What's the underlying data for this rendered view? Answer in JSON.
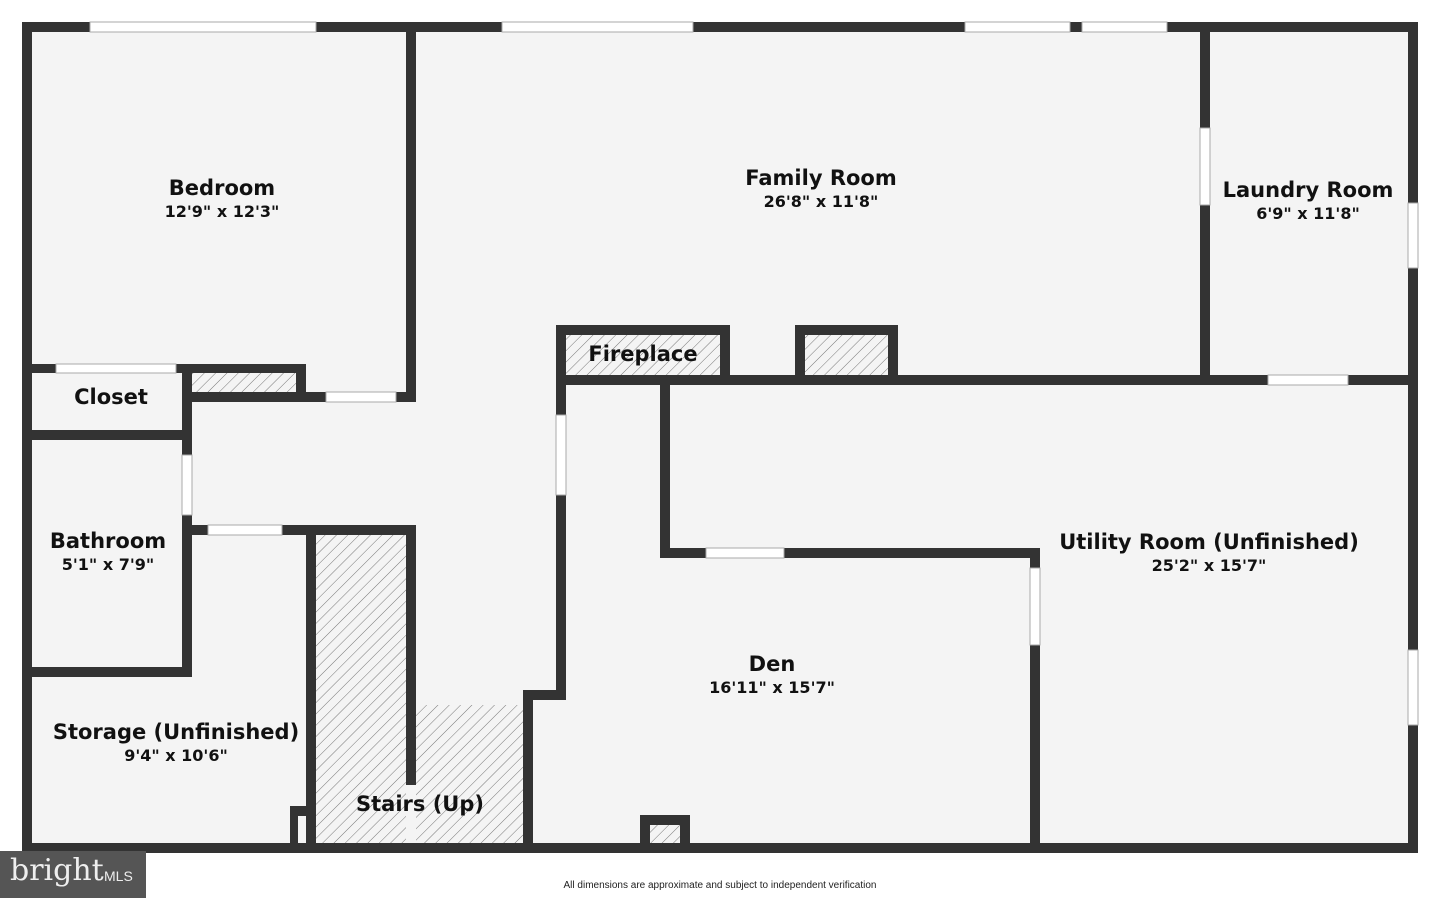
{
  "rooms": [
    {
      "name": "Bedroom",
      "dimensions": "12'9\" x 12'3\""
    },
    {
      "name": "Family Room",
      "dimensions": "26'8\" x 11'8\""
    },
    {
      "name": "Laundry Room",
      "dimensions": "6'9\" x 11'8\""
    },
    {
      "name": "Closet"
    },
    {
      "name": "Fireplace"
    },
    {
      "name": "Bathroom",
      "dimensions": "5'1\" x 7'9\""
    },
    {
      "name": "Utility Room (Unfinished)",
      "dimensions": "25'2\" x 15'7\""
    },
    {
      "name": "Den",
      "dimensions": "16'11\" x 15'7\""
    },
    {
      "name": "Storage (Unfinished)",
      "dimensions": "9'4\" x 10'6\""
    },
    {
      "name": "Stairs (Up)"
    }
  ],
  "footnote": "All dimensions are approximate and subject to independent verification",
  "logo": {
    "brand": "bright",
    "suffix": "MLS"
  },
  "colors": {
    "wall": "#333333",
    "floor": "#f4f4f4"
  }
}
